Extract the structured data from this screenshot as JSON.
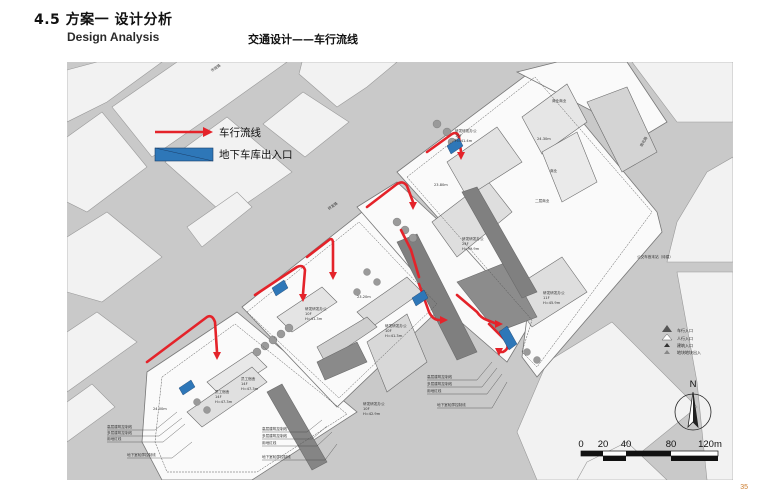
{
  "header": {
    "title": "4.5 方案一 设计分析",
    "subtitle_en": "Design Analysis",
    "caption": "交通设计——车行流线"
  },
  "legend": {
    "items": [
      {
        "label": "车行流线",
        "icon": "red-arrow-icon",
        "color": "#e4232a"
      },
      {
        "label": "地下车库出入口",
        "icon": "blue-rect-icon",
        "color": "#2e77b8"
      }
    ]
  },
  "map_labels": {
    "b1": "研发研发办公",
    "b1_floors": "10F",
    "b1_height": "H=41.4m",
    "b2": "研发研发办公",
    "b2_floors": "24F",
    "b2_height": "H=99.9m",
    "b3": "研发研发办公",
    "b3_floors": "11F",
    "b3_height": "H=45.9m",
    "b4": "研发研发办公",
    "b4_floors": "10F",
    "b4_height": "H=41.3m",
    "b5": "研发研发办公",
    "b5_floors": "10F",
    "b5_height": "H=41.3m",
    "b6": "研发研发办公",
    "b6_floors": "10F",
    "b6_height": "H=42.9m",
    "b7": "员工宿舍",
    "b7_floors": "14F",
    "b7_height": "H=47.3m",
    "b8": "员工宿舍",
    "b8_floors": "14F",
    "b8_height": "H=47.3m",
    "b9": "商业",
    "b10": "二层商业",
    "b11": "商业商业",
    "el1": "23.80m",
    "el2": "23.20m",
    "el3": "24.00m",
    "el4": "24.30m",
    "bus": "公交车首末站（待建）",
    "road_a": "研发路",
    "road_b": "南北路",
    "road_c": "市政路",
    "callout1": "高层建筑控制线",
    "callout2": "多层建筑控制线",
    "callout3": "用地红线",
    "callout4": "地下室轮廓控制线",
    "callout5": "高层建筑控制线",
    "callout6": "多层建筑控制线",
    "callout7": "用地红线",
    "callout8": "地下室轮廓控制线",
    "callout9": "高层建筑控制线",
    "callout10": "多层建筑控制线",
    "callout11": "用地红线",
    "callout12": "地下室轮廓控制线"
  },
  "small_legend": [
    "车行入口",
    "人行入口",
    "建筑入口",
    "地块地块出入"
  ],
  "compass": {
    "label": "N"
  },
  "scale_bar": {
    "ticks": [
      "0",
      "20",
      "40",
      "80",
      "120m"
    ]
  },
  "page_number": "35",
  "colors": {
    "flow_red": "#e4232a",
    "garage_blue": "#2e77b8",
    "road_grey": "#c9c9c9",
    "block_white": "#f4f4f4"
  }
}
